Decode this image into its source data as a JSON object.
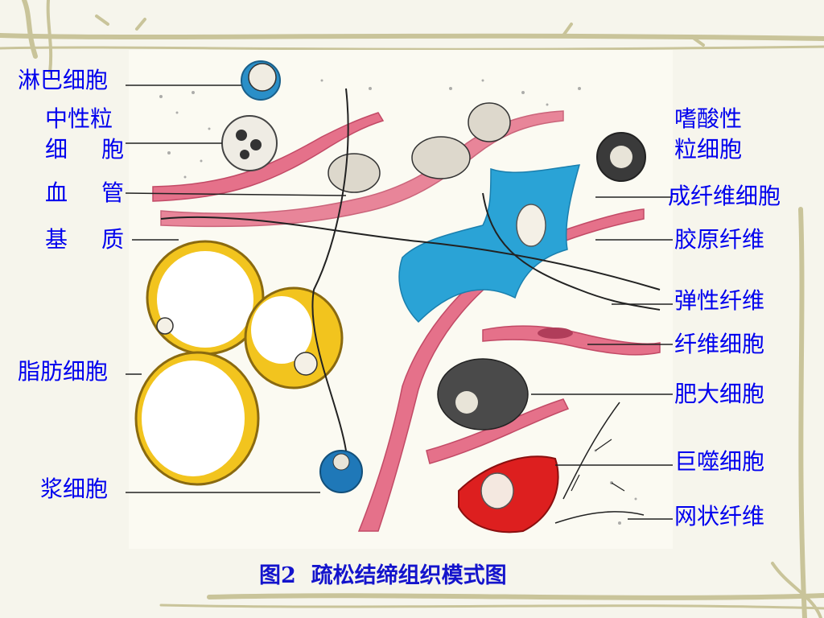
{
  "labels_left": {
    "lymphocyte": "淋巴细胞",
    "neutrophil_line1": "中性粒",
    "neutrophil_line2_a": "细",
    "neutrophil_line2_b": "胞",
    "vessel_a": "血",
    "vessel_b": "管",
    "matrix_a": "基",
    "matrix_b": "质",
    "fat_cell": "脂肪细胞",
    "plasma_cell": "浆细胞"
  },
  "labels_right": {
    "eosinophil_line1": "嗜酸性",
    "eosinophil_line2": "粒细胞",
    "fibroblast": "成纤维细胞",
    "collagen_fiber": "胶原纤维",
    "elastic_fiber": "弹性纤维",
    "fibrocyte": "纤维细胞",
    "mast_cell": "肥大细胞",
    "macrophage": "巨噬细胞",
    "reticular_fiber": "网状纤维"
  },
  "caption": {
    "figure_no": "图2",
    "title": "疏松结缔组织模式图"
  },
  "colors": {
    "label_text": "#0000ee",
    "caption_text": "#1414cc",
    "vessel_pink": "#e5718a",
    "fibroblast_blue": "#2aa3d6",
    "fat_yellow": "#f2c41e",
    "macrophage_red": "#dd1f1f",
    "plasma_blue": "#1f78b8",
    "background": "#f6f5ec"
  }
}
